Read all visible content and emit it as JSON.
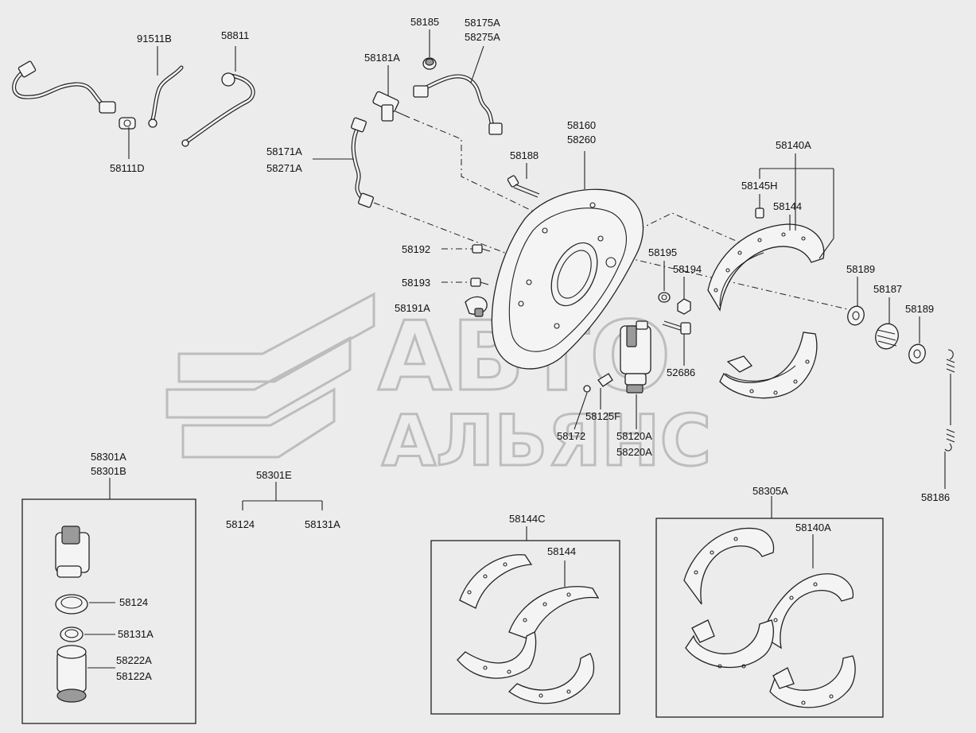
{
  "watermark": {
    "line1": "АВТО",
    "line2": "АЛЬЯНС"
  },
  "labels": [
    {
      "id": "l-91511b",
      "text": "91511B"
    },
    {
      "id": "l-58811",
      "text": "58811"
    },
    {
      "id": "l-58111d",
      "text": "58111D"
    },
    {
      "id": "l-58185",
      "text": "58185"
    },
    {
      "id": "l-58175a",
      "text": "58175A"
    },
    {
      "id": "l-58275a",
      "text": "58275A"
    },
    {
      "id": "l-58181a",
      "text": "58181A"
    },
    {
      "id": "l-58171a",
      "text": "58171A"
    },
    {
      "id": "l-58271a",
      "text": "58271A"
    },
    {
      "id": "l-58160",
      "text": "58160"
    },
    {
      "id": "l-58260",
      "text": "58260"
    },
    {
      "id": "l-58188",
      "text": "58188"
    },
    {
      "id": "l-58140a-top",
      "text": "58140A"
    },
    {
      "id": "l-58145h",
      "text": "58145H"
    },
    {
      "id": "l-58144-top",
      "text": "58144"
    },
    {
      "id": "l-58192",
      "text": "58192"
    },
    {
      "id": "l-58193",
      "text": "58193"
    },
    {
      "id": "l-58191a",
      "text": "58191A"
    },
    {
      "id": "l-58195",
      "text": "58195"
    },
    {
      "id": "l-58194",
      "text": "58194"
    },
    {
      "id": "l-58189-a",
      "text": "58189"
    },
    {
      "id": "l-58187",
      "text": "58187"
    },
    {
      "id": "l-58189-b",
      "text": "58189"
    },
    {
      "id": "l-52686",
      "text": "52686"
    },
    {
      "id": "l-58125f",
      "text": "58125F"
    },
    {
      "id": "l-58172",
      "text": "58172"
    },
    {
      "id": "l-58120a",
      "text": "58120A"
    },
    {
      "id": "l-58220a",
      "text": "58220A"
    },
    {
      "id": "l-58186",
      "text": "58186"
    },
    {
      "id": "l-58301a",
      "text": "58301A"
    },
    {
      "id": "l-58301b",
      "text": "58301B"
    },
    {
      "id": "l-58301e",
      "text": "58301E"
    },
    {
      "id": "l-58124-top",
      "text": "58124"
    },
    {
      "id": "l-58131a-top",
      "text": "58131A"
    },
    {
      "id": "l-58124-box",
      "text": "58124"
    },
    {
      "id": "l-58131a-box",
      "text": "58131A"
    },
    {
      "id": "l-58222a",
      "text": "58222A"
    },
    {
      "id": "l-58122a",
      "text": "58122A"
    },
    {
      "id": "l-58144c",
      "text": "58144C"
    },
    {
      "id": "l-58144-box",
      "text": "58144"
    },
    {
      "id": "l-58305a",
      "text": "58305A"
    },
    {
      "id": "l-58140a-box",
      "text": "58140A"
    }
  ]
}
